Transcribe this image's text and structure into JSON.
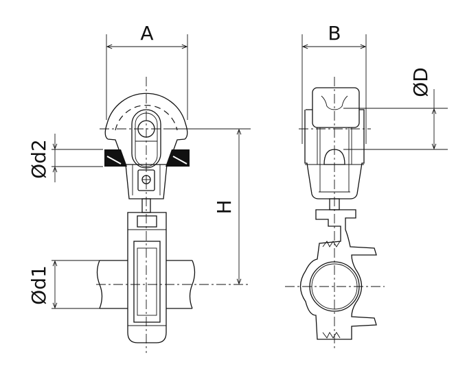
{
  "labels": {
    "A": "A",
    "B": "B",
    "D": "ØD",
    "d1": "Ød1",
    "d2": "Ød2",
    "H": "H"
  },
  "colors": {
    "line": "#111111",
    "background": "#ffffff"
  }
}
